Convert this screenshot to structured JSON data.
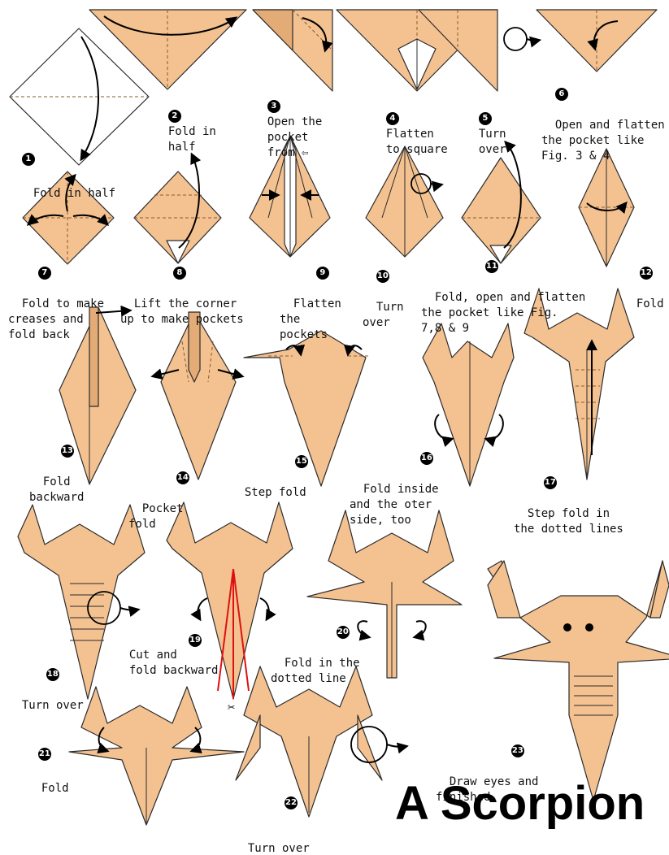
{
  "colors": {
    "paper": "#f4c291",
    "paper_dark": "#e3ab75",
    "outline": "#2b2b2b",
    "crease": "#8a5a2b",
    "cut_line": "#dd1111"
  },
  "title": "A Scorpion",
  "steps": [
    {
      "num": "1",
      "caption": "Fold in half"
    },
    {
      "num": "2",
      "caption": "Fold in\nhalf"
    },
    {
      "num": "3",
      "caption": "Open the\npocket\nfrom ⇦"
    },
    {
      "num": "4",
      "caption": "Flatten\nto square"
    },
    {
      "num": "5",
      "caption": "Turn\nover"
    },
    {
      "num": "6",
      "caption": "Open and flatten\nthe pocket like\nFig. 3 & 4"
    },
    {
      "num": "7",
      "caption": "Fold to make\ncreases and\nfold back"
    },
    {
      "num": "8",
      "caption": "Lift the corner\nup to make pockets"
    },
    {
      "num": "9",
      "caption": "Flatten\nthe\npockets"
    },
    {
      "num": "10",
      "caption": "Turn\nover"
    },
    {
      "num": "11",
      "caption": "Fold, open and flatten\nthe pocket like Fig.\n7,8 & 9"
    },
    {
      "num": "12",
      "caption": "Fold"
    },
    {
      "num": "13",
      "caption": "Fold\nbackward"
    },
    {
      "num": "14",
      "caption": "Pocket\nfold"
    },
    {
      "num": "15",
      "caption": "Step fold"
    },
    {
      "num": "16",
      "caption": "Fold inside\nand the oter\nside, too"
    },
    {
      "num": "17",
      "caption": "Step fold in\nthe dotted lines"
    },
    {
      "num": "18",
      "caption": "Turn over"
    },
    {
      "num": "19",
      "caption": "Cut and\nfold backward"
    },
    {
      "num": "20",
      "caption": "Fold in the\ndotted line"
    },
    {
      "num": "21",
      "caption": "Fold"
    },
    {
      "num": "22",
      "caption": "Turn over"
    },
    {
      "num": "23",
      "caption": "Draw eyes and\nfinished"
    }
  ],
  "icons": {
    "scissors": "scissors-icon",
    "arrows": "fold-arrow-icon"
  }
}
